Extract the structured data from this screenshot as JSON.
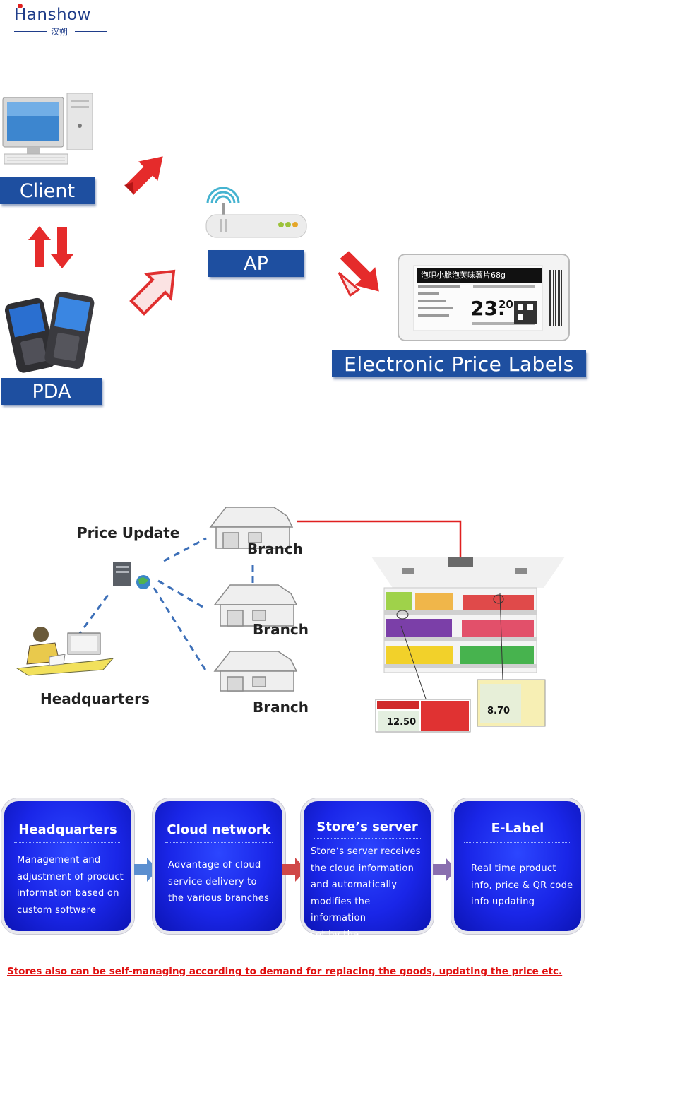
{
  "logo": {
    "name": "Hanshow",
    "subtitle": "汉朔"
  },
  "topology": {
    "client_label": "Client",
    "pda_label": "PDA",
    "ap_label": "AP",
    "esl_label": "Electronic Price Labels",
    "esl_product": "泡吧小脆泡芙味薯片68g",
    "esl_price_main": "23.",
    "esl_price_cents": "20"
  },
  "network": {
    "price_update_label": "Price Update",
    "branch_labels": [
      "Branch",
      "Branch",
      "Branch"
    ],
    "headquarters_label": "Headquarters",
    "tag_price_1": "12.50",
    "tag_price_2": "8.70"
  },
  "flow": {
    "steps": [
      {
        "title": "Headquarters",
        "desc": "Management and\nadjustment of product\ninformation based on\ncustom software"
      },
      {
        "title": "Cloud network",
        "desc": "Advantage of cloud\nservice delivery to\nthe various branches"
      },
      {
        "title": "Store’s server",
        "desc": "Store‘s server receives\nthe cloud information\nand automatically\nmodifies the information\nset by the headquarters"
      },
      {
        "title": "E-Label",
        "desc": "Real time product\ninfo, price & QR code\ninfo updating"
      }
    ],
    "arrow_colors": [
      "#5b8fd0",
      "#d04848",
      "#8a6fb0"
    ]
  },
  "footnote": "Stores also can be self-managing according to demand for replacing the goods, updating the price etc."
}
